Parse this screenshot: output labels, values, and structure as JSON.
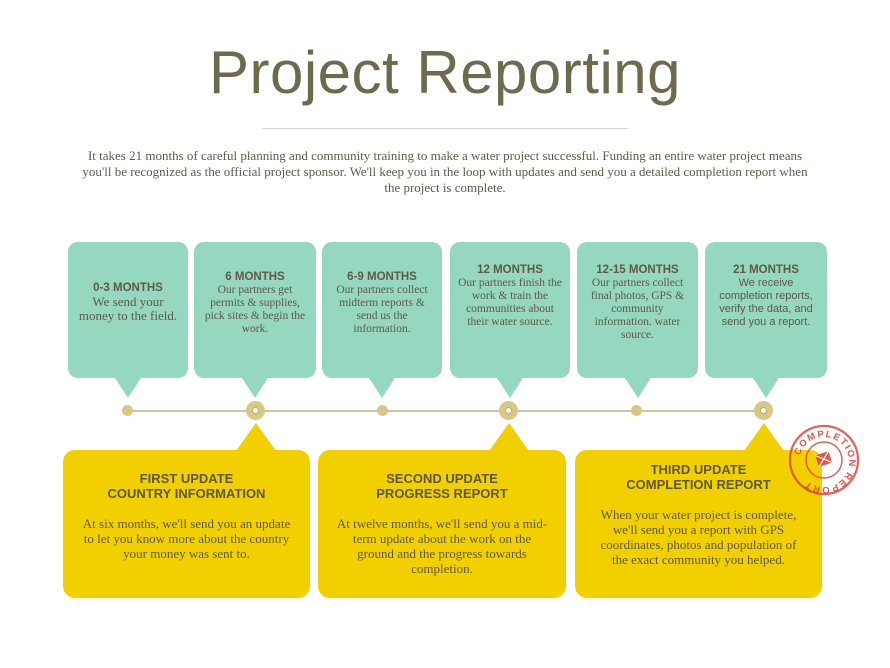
{
  "title": "Project Reporting",
  "intro": "It takes 21 months of careful planning and community training to make a water project successful. Funding an entire water project means you'll be recognized as the official project sponsor. We'll keep you in the loop with updates and send you a detailed completion report when the project is complete.",
  "milestones": [
    {
      "heading": "0-3 MONTHS",
      "text": "We send your money to the field."
    },
    {
      "heading": "6 MONTHS",
      "text": "Our partners get permits & supplies, pick sites & begin the work."
    },
    {
      "heading": "6-9 MONTHS",
      "text": "Our partners collect midterm reports & send us the information."
    },
    {
      "heading": "12 MONTHS",
      "text": "Our partners finish the work & train the communities about their water source."
    },
    {
      "heading": "12-15 MONTHS",
      "text": "Our partners collect final photos, GPS & community information. water source."
    },
    {
      "heading": "21 MONTHS",
      "text": "We receive completion reports, verify the data, and send you a report."
    }
  ],
  "updates": [
    {
      "heading_line1": "FIRST UPDATE",
      "heading_line2": "COUNTRY INFORMATION",
      "text": "At six months, we'll send you an update to let you know more about the country your money was sent to."
    },
    {
      "heading_line1": "SECOND UPDATE",
      "heading_line2": "PROGRESS REPORT",
      "text": "At twelve months, we'll send you a mid-term update about the work on the ground and the progress towards completion."
    },
    {
      "heading_line1": "THIRD UPDATE",
      "heading_line2": "COMPLETION REPORT",
      "text": "When your water project is complete, we'll send you a report with GPS coordinates, photos and population of the exact community you helped."
    }
  ],
  "stamp": {
    "text": "COMPLETION REPORT"
  },
  "colors": {
    "mint": "#96d7bf",
    "yellow": "#f2d000",
    "stamp_red": "#e0453c",
    "timeline": "#cfc49c"
  }
}
